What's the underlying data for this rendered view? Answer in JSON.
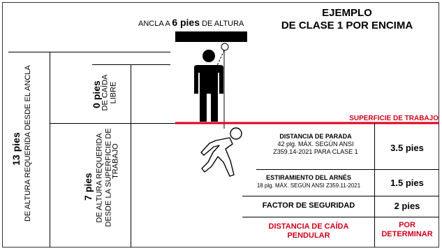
{
  "title": {
    "line1": "EJEMPLO",
    "line2": "DE CLASE 1 POR ENCIMA"
  },
  "anchor": {
    "prefix": "ANCLA A ",
    "value": "6 pies",
    "suffix": " DE ALTURA"
  },
  "dim_13": {
    "value": "13 pies",
    "label": "DE ALTURA REQUERIDA DESDE EL ANCLA"
  },
  "dim_0": {
    "value": "0 pies",
    "label1": "DE CAÍDA",
    "label2": "LIBRE"
  },
  "dim_7": {
    "value": "7 pies",
    "label1": "DE ALTURA REQUERIDA",
    "label2": "DESDE LA SUPERFICIE DE",
    "label3": "TRABAJO"
  },
  "work_surface": {
    "label": "SUPERFICIE DE TRABAJO"
  },
  "colors": {
    "accent": "#d0021b",
    "black": "#000000"
  },
  "table": {
    "rows": [
      {
        "title": "DISTANCIA DE PARADA",
        "detail1": "42 plg. MÁX. SEGÚN ANSI",
        "detail2": "Z359.14-2021 PARA CLASE 1",
        "value": "3.5 pies"
      },
      {
        "title": "ESTIRAMIENTO DEL ARNÉS",
        "detail1": "18 plg. MÁX. SEGÚN ANSI Z359.11-2021",
        "value": "1.5 pies"
      },
      {
        "title": "FACTOR DE SEGURIDAD",
        "value": "2 pies"
      },
      {
        "title_line1": "DISTANCIA DE CAÍDA",
        "title_line2": "PENDULAR",
        "value_line1": "POR",
        "value_line2": "DETERMINAR"
      }
    ]
  }
}
